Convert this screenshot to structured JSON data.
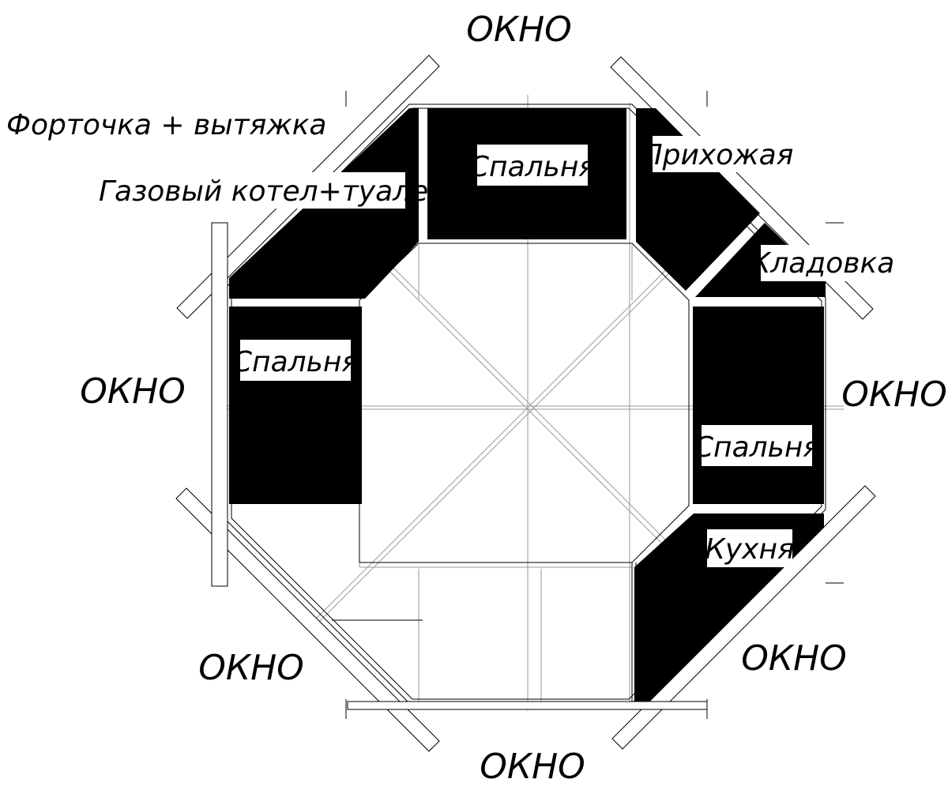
{
  "labels": {
    "window_top": "ОКНО",
    "window_left": "ОКНО",
    "window_right": "ОКНО",
    "window_bottom": "ОКНО",
    "window_bottom_left": "ОКНО",
    "window_bottom_right": "ОКНО",
    "vent": "Форточка + вытяжка",
    "boiler": "Газовый котел+туалет"
  },
  "rooms": {
    "bedroom_top": "Спальня",
    "bedroom_left": "Спальня",
    "bedroom_right": "Спальня",
    "hallway": "Прихожая",
    "pantry": "Кладовка",
    "kitchen": "Кухня"
  }
}
